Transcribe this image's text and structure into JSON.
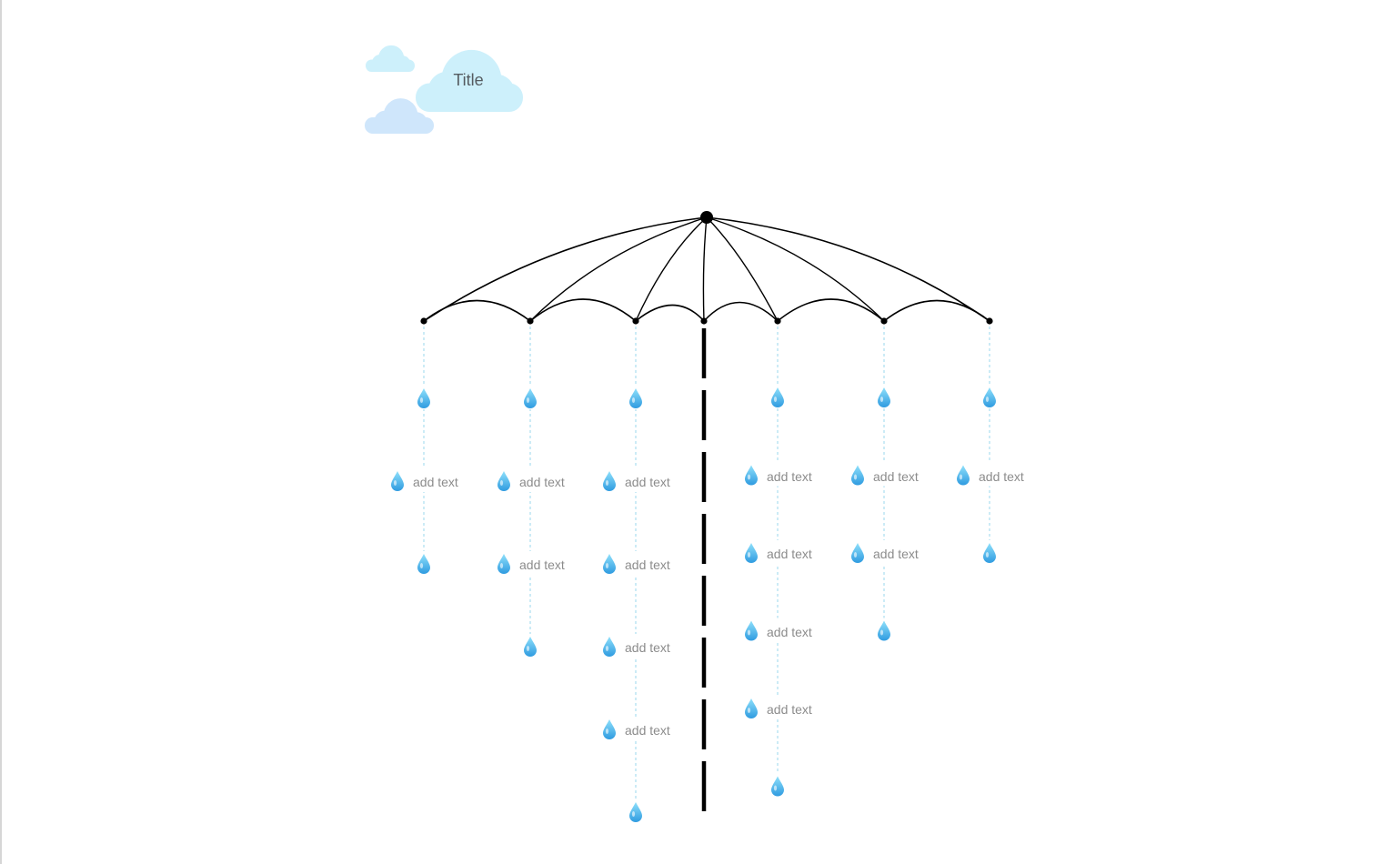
{
  "title": "Title",
  "colors": {
    "cloud_light": "#cdf0fb",
    "cloud_blue": "#cfe6fb",
    "rain_line": "#bfe6f4",
    "drop_top": "#8fe0fb",
    "drop_bottom": "#2f9be0",
    "canopy": "#000000",
    "label": "#8c8c8c"
  },
  "icons": {
    "cloud": "cloud-icon",
    "drop": "raindrop-icon"
  },
  "strands": [
    {
      "items": [
        {
          "kind": "drop"
        },
        {
          "kind": "label",
          "text": "add text"
        },
        {
          "kind": "drop"
        }
      ]
    },
    {
      "items": [
        {
          "kind": "drop"
        },
        {
          "kind": "label",
          "text": "add text"
        },
        {
          "kind": "label",
          "text": "add text"
        },
        {
          "kind": "drop"
        }
      ]
    },
    {
      "items": [
        {
          "kind": "drop"
        },
        {
          "kind": "label",
          "text": "add text"
        },
        {
          "kind": "label",
          "text": "add text"
        },
        {
          "kind": "label",
          "text": "add text"
        },
        {
          "kind": "label",
          "text": "add text"
        },
        {
          "kind": "drop"
        }
      ]
    },
    {
      "items": [
        {
          "kind": "drop"
        },
        {
          "kind": "label",
          "text": "add text"
        },
        {
          "kind": "label",
          "text": "add text"
        },
        {
          "kind": "label",
          "text": "add text"
        },
        {
          "kind": "label",
          "text": "add text"
        },
        {
          "kind": "drop"
        }
      ]
    },
    {
      "items": [
        {
          "kind": "drop"
        },
        {
          "kind": "label",
          "text": "add text"
        },
        {
          "kind": "label",
          "text": "add text"
        },
        {
          "kind": "drop"
        }
      ]
    },
    {
      "items": [
        {
          "kind": "drop"
        },
        {
          "kind": "label",
          "text": "add text"
        },
        {
          "kind": "drop"
        }
      ]
    }
  ]
}
